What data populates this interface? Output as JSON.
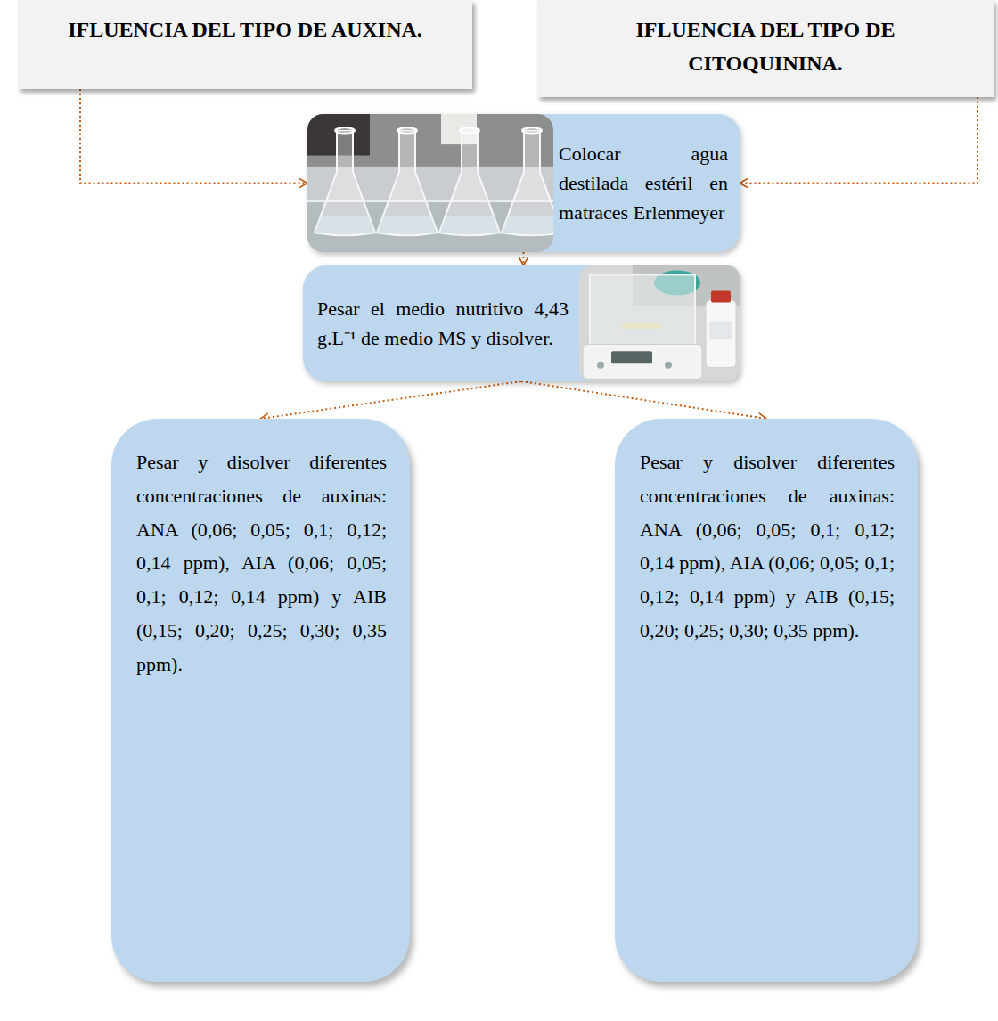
{
  "diagram": {
    "nodes": [
      {
        "text": [
          "IFLUENCIA DEL TIPO DE AUXINA."
        ]
      },
      {
        "text": [
          "IFLUENCIA DEL TIPO DE CITOQUININA."
        ]
      },
      {
        "text": [
          "Colocar agua destilada estéril en matraces Erlenmeyer"
        ]
      },
      {
        "text": [
          "Pesar el medio nutritivo 4,43 g.L⁻¹ de medio MS y disolver."
        ]
      },
      {
        "text": [
          "Pesar y disolver diferentes concentraciones de auxinas: ANA (0,06; 0,05; 0,1; 0,12; 0,14 ppm), AIA (0,06; 0,05; 0,1; 0,12; 0,14 ppm) y AIB (0,15; 0,20; 0,25; 0,30; 0,35 ppm)."
        ]
      },
      {
        "text": [
          "Pesar y disolver diferentes concentraciones de auxinas: ANA (0,06; 0,05; 0,1; 0,12; 0,14 ppm), AIA (0,06; 0,05; 0,1; 0,12; 0,14 ppm) y AIB (0,15; 0,20; 0,25; 0,30; 0,35 ppm)."
        ]
      }
    ],
    "edges": [
      {
        "from": 0,
        "to": 2,
        "arrow": "to"
      },
      {
        "from": 1,
        "to": 2,
        "arrow": "to"
      },
      {
        "from": 2,
        "to": 3,
        "arrow": "to"
      },
      {
        "from": 3,
        "to": 4,
        "arrow": "to"
      },
      {
        "from": 3,
        "to": 5,
        "arrow": "to"
      }
    ]
  }
}
